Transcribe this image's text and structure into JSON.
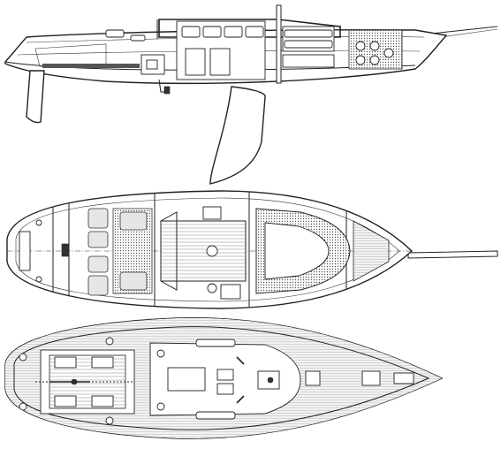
{
  "figure": {
    "views": [
      "profile",
      "accommodation-plan",
      "deck-plan"
    ],
    "colors": {
      "line": "#222222",
      "background": "#ffffff",
      "cushion": "#e6e6e6",
      "fill": "#333333"
    }
  }
}
